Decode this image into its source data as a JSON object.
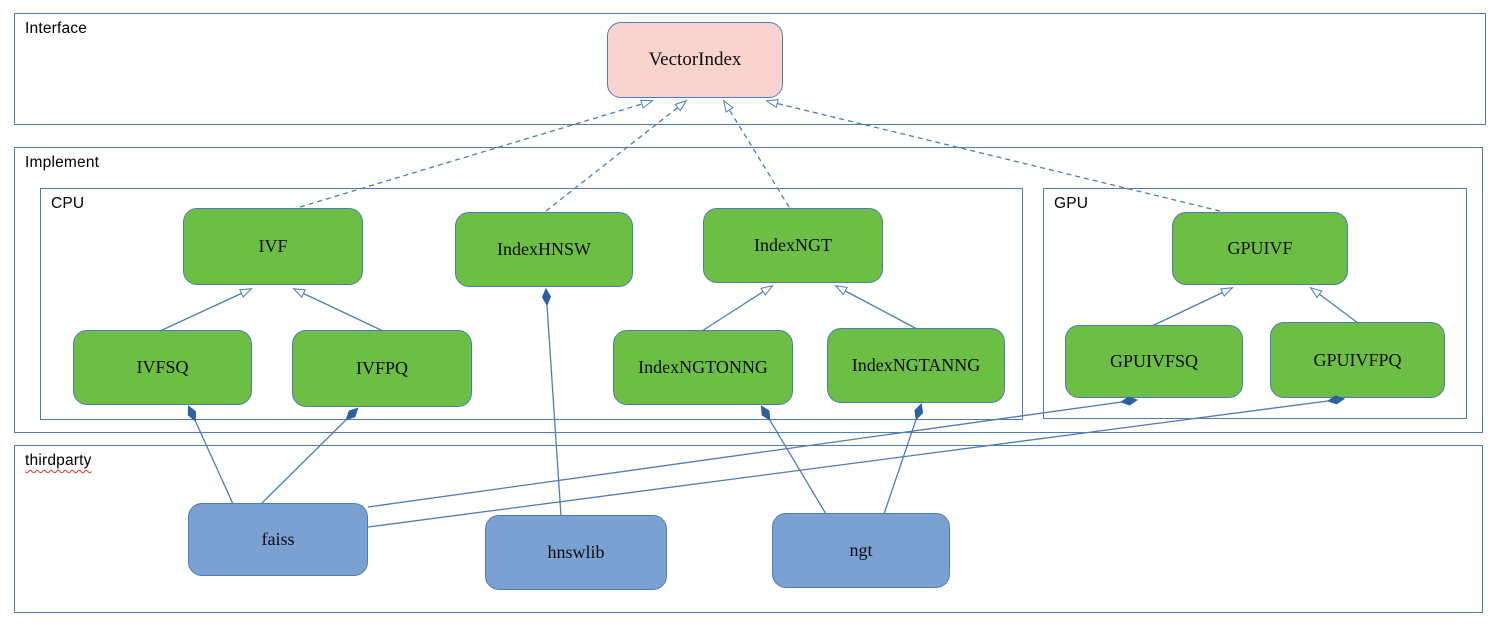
{
  "diagram": {
    "containers": {
      "interface": {
        "label": "Interface"
      },
      "implement": {
        "label": "Implement"
      },
      "cpu": {
        "label": "CPU"
      },
      "gpu": {
        "label": "GPU"
      },
      "thirdparty": {
        "label": "thirdparty"
      }
    },
    "nodes": {
      "vectorindex": {
        "label": "VectorIndex",
        "kind": "interface"
      },
      "ivf": {
        "label": "IVF",
        "kind": "cpu-class"
      },
      "indexhnsw": {
        "label": "IndexHNSW",
        "kind": "cpu-class"
      },
      "indexngt": {
        "label": "IndexNGT",
        "kind": "cpu-class"
      },
      "gpuivf": {
        "label": "GPUIVF",
        "kind": "gpu-class"
      },
      "ivfsq": {
        "label": "IVFSQ",
        "kind": "cpu-class"
      },
      "ivfpq": {
        "label": "IVFPQ",
        "kind": "cpu-class"
      },
      "indexngtonng": {
        "label": "IndexNGTONNG",
        "kind": "cpu-class"
      },
      "indexngtanng": {
        "label": "IndexNGTANNG",
        "kind": "cpu-class"
      },
      "gpuivfsq": {
        "label": "GPUIVFSQ",
        "kind": "gpu-class"
      },
      "gpuivfpq": {
        "label": "GPUIVFPQ",
        "kind": "gpu-class"
      },
      "faiss": {
        "label": "faiss",
        "kind": "thirdparty-lib"
      },
      "hnswlib": {
        "label": "hnswlib",
        "kind": "thirdparty-lib"
      },
      "ngt": {
        "label": "ngt",
        "kind": "thirdparty-lib"
      }
    },
    "edges": [
      {
        "from": "ivf",
        "to": "vectorindex",
        "type": "realization-dashed-hollow-arrow"
      },
      {
        "from": "indexhnsw",
        "to": "vectorindex",
        "type": "realization-dashed-hollow-arrow"
      },
      {
        "from": "indexngt",
        "to": "vectorindex",
        "type": "realization-dashed-hollow-arrow"
      },
      {
        "from": "gpuivf",
        "to": "vectorindex",
        "type": "realization-dashed-hollow-arrow"
      },
      {
        "from": "ivfsq",
        "to": "ivf",
        "type": "generalization-hollow-arrow"
      },
      {
        "from": "ivfpq",
        "to": "ivf",
        "type": "generalization-hollow-arrow"
      },
      {
        "from": "indexngtonng",
        "to": "indexngt",
        "type": "generalization-hollow-arrow"
      },
      {
        "from": "indexngtanng",
        "to": "indexngt",
        "type": "generalization-hollow-arrow"
      },
      {
        "from": "gpuivfsq",
        "to": "gpuivf",
        "type": "generalization-hollow-arrow"
      },
      {
        "from": "gpuivfpq",
        "to": "gpuivf",
        "type": "generalization-hollow-arrow"
      },
      {
        "from": "hnswlib",
        "to": "indexhnsw",
        "type": "composition-filled-diamond"
      },
      {
        "from": "faiss",
        "to": "ivfsq",
        "type": "composition-filled-diamond"
      },
      {
        "from": "faiss",
        "to": "ivfpq",
        "type": "composition-filled-diamond"
      },
      {
        "from": "ngt",
        "to": "indexngtonng",
        "type": "composition-filled-diamond"
      },
      {
        "from": "ngt",
        "to": "indexngtanng",
        "type": "composition-filled-diamond"
      },
      {
        "from": "faiss",
        "to": "gpuivfsq",
        "type": "composition-filled-diamond"
      },
      {
        "from": "faiss",
        "to": "gpuivfpq",
        "type": "composition-filled-diamond"
      }
    ],
    "colors": {
      "line": "#4f7cb4",
      "green": "#6cbe45",
      "blue": "#7aa1d2",
      "pink": "#f8d3d0",
      "diamond": "#2e5f9e",
      "spellcheck_underline": "#e0321f"
    }
  }
}
